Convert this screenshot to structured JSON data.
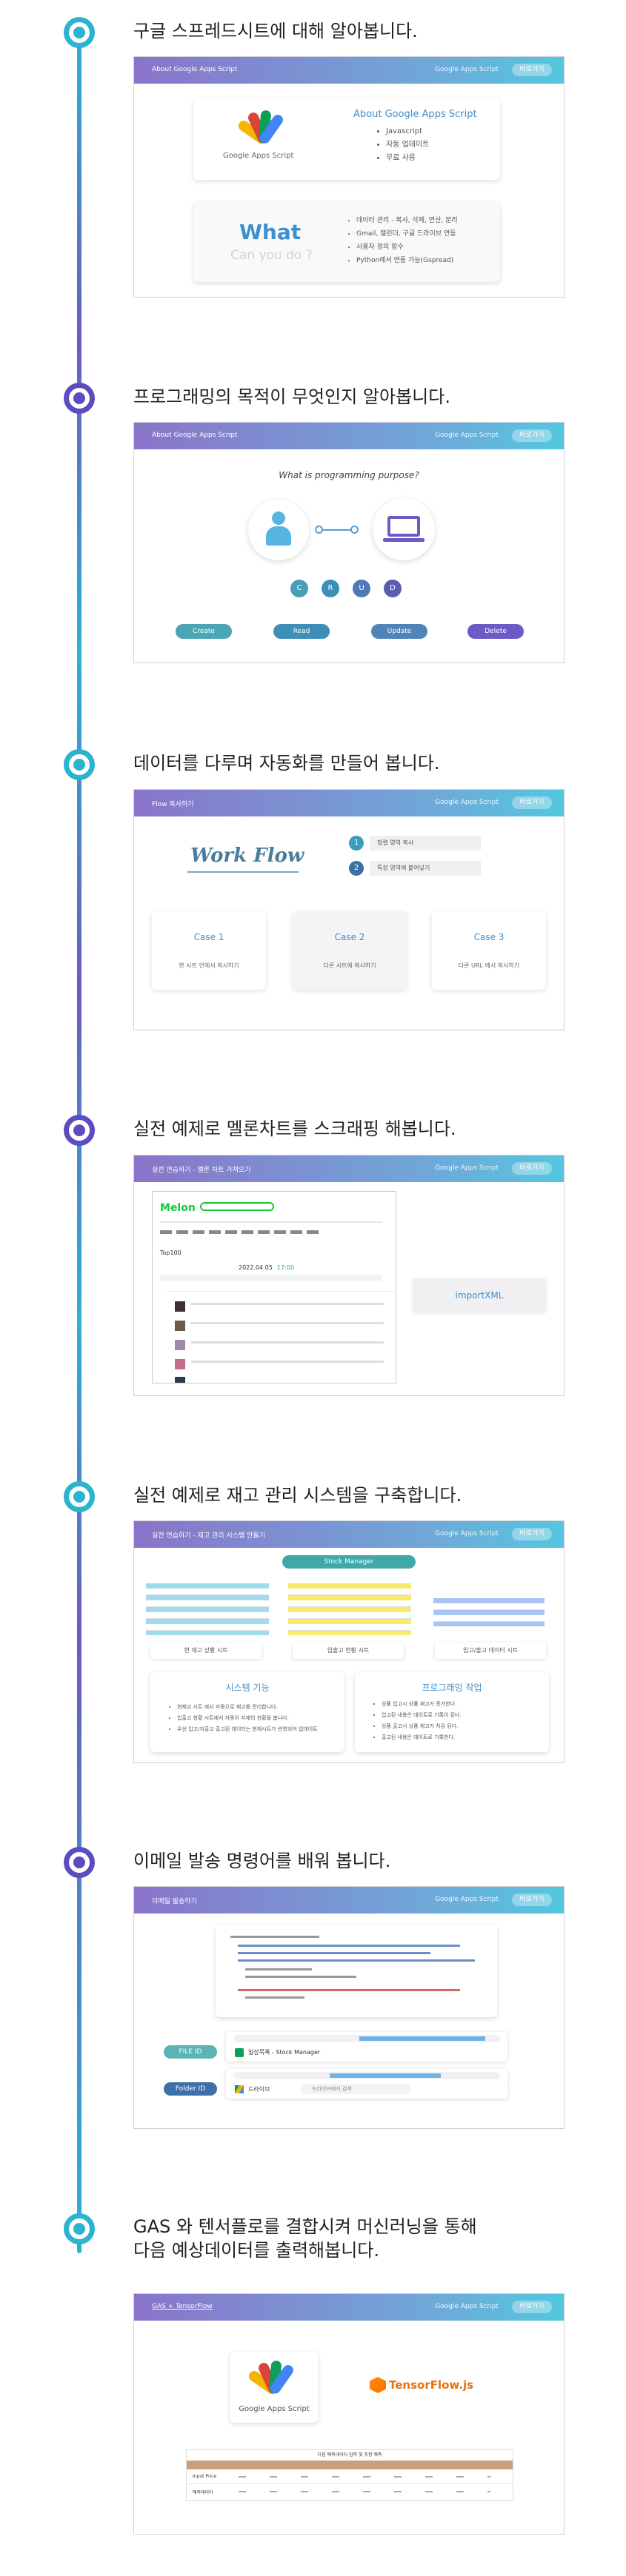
{
  "sections": [
    {
      "title": "구글 스프레드시트에 대해 알아봅니다."
    },
    {
      "title": "프로그래밍의 목적이 무엇인지 알아봅니다."
    },
    {
      "title": "데이터를 다루며 자동화를 만들어 봅니다."
    },
    {
      "title": "실전 예제로 멜론차트를 스크래핑 해봅니다."
    },
    {
      "title": "실전 예제로 재고 관리 시스템을 구축합니다."
    },
    {
      "title": "이메일 발송 명령어를 배워 봅니다."
    },
    {
      "title_line1": "GAS 와 텐서플로를 결합시켜 머신러닝을 통해",
      "title_line2": "다음 예상데이터를 출력해봅니다."
    }
  ],
  "card1": {
    "header": "About Google Apps Script",
    "header_right": "Google Apps Script",
    "pill": "바로가기",
    "logo_text": "Google Apps Script",
    "about_title": "About Google Apps Script",
    "about_items": [
      "Javascript",
      "자동 업데이트",
      "무료 사용"
    ],
    "what": "What",
    "what_sub": "Can you do ?",
    "what_items": [
      "데이터 관리 - 복사, 삭제, 연산, 분리",
      "Gmail, 캘린더, 구글 드라이브 연동",
      "사용자 정의 함수",
      "Python에서 연동 가능(Gspread)"
    ]
  },
  "card2": {
    "header": "About Google Apps Script",
    "header_right": "Google Apps Script",
    "pill": "바로가기",
    "question": "What is programming purpose?",
    "crud": [
      "C",
      "R",
      "U",
      "D"
    ],
    "buttons": [
      "Create",
      "Read",
      "Update",
      "Delete"
    ]
  },
  "card3": {
    "header": "Flow 복사하기",
    "header_right": "Google Apps Script",
    "pill": "바로가기",
    "flow": "Work Flow",
    "steps": [
      {
        "n": "1",
        "t": "정렬 영역 복사"
      },
      {
        "n": "2",
        "t": "특정 영역에 붙여넣기"
      }
    ],
    "cases": [
      {
        "t": "Case 1",
        "d": "한 시트 안에서 복사하기"
      },
      {
        "t": "Case 2",
        "d": "다른 시트에 복사하기"
      },
      {
        "t": "Case 3",
        "d": "다른 URL 에서 복사하기"
      }
    ]
  },
  "card4": {
    "header": "실전 연습하기 - 멜론 차트 가져오기",
    "header_right": "Google Apps Script",
    "pill": "바로가기",
    "melon": "Melon",
    "date": "2022.04.05",
    "time": "17:00",
    "chart_tab": "Top100",
    "button": "importXML"
  },
  "card5": {
    "header": "실전 연습하기 - 재고 관리 시스템 만들기",
    "header_right": "Google Apps Script",
    "pill": "바로가기",
    "banner": "Stock Manager",
    "tags": [
      "현 재고 상황 시트",
      "입출고 현황 시트",
      "입고/출고 데이터 시트"
    ],
    "sys_title": "시스템 기능",
    "sys_items": [
      "현재고 시트 에서 자동으로 재고를 관리합니다.",
      "입출고 현황 시트에서 자동이 자재의 현황을 봅니다.",
      "우선 입고/지출고 출고된 데이터는 현재시트가 반영되어 업데이트"
    ],
    "prog_title": "프로그래밍 작업",
    "prog_items": [
      "상품 입고시 상품 재고가 증가한다.",
      "입고된 내용은 데이트로 기록이 된다.",
      "상품 출고시 상품 재고가 차감 된다.",
      "출고된 내용은 데이트로 기록한다."
    ]
  },
  "card6": {
    "header": "이메일 발송하기",
    "header_right": "Google Apps Script",
    "pill": "바로가기",
    "file_id": "FILE ID",
    "folder_id": "Folder ID",
    "sheet_name": "일상목록 - Stock Manager",
    "drive_name": "드라이브",
    "drive_search": "드라이브에서 검색"
  },
  "card7": {
    "header": "GAS + TensorFlow",
    "header_right": "Google Apps Script",
    "pill": "바로가기",
    "gas_logo": "Google Apps Script",
    "tf_logo": "TensorFlow.js",
    "table_title": "다음 예측데이터 입력 및 추정 예측",
    "row_labels": [
      "Input Price",
      "예측데이터"
    ]
  },
  "colors": {
    "teal": "#2bb3cf",
    "purple": "#5b4cbf"
  }
}
